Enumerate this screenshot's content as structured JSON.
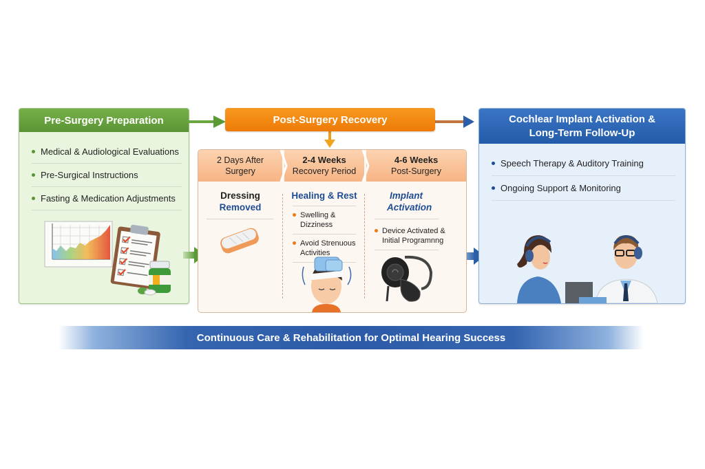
{
  "pre_surgery": {
    "title": "Pre-Surgery Preparation",
    "items": [
      "Medical & Audiological Evaluations",
      "Pre-Surgical Instructions",
      "Fasting & Medication Adjustments"
    ],
    "illustration": [
      "chart-icon",
      "clipboard-checklist-icon",
      "medicine-bottle-icon",
      "pills-icon"
    ]
  },
  "post_surgery": {
    "title": "Post-Surgery Recovery",
    "stages": [
      {
        "header_line1": "2 Days After",
        "header_line2": "Surgery",
        "title_line1": "Dressing",
        "title_line2": "Removed",
        "items": [],
        "illustration": "bandage-icon"
      },
      {
        "header_line1": "2-4 Weeks",
        "header_line2": "Recovery Period",
        "title_line1": "Healing & Rest",
        "title_line2": "",
        "items": [
          "Swelling & Dizziness",
          "Avoid Strenuous Activities"
        ],
        "illustration": "patient-ice-pack-icon"
      },
      {
        "header_line1": "4-6 Weeks",
        "header_line2": "Post-Surgery",
        "title_line1": "Implant",
        "title_line2": "Activation",
        "items": [
          "Device Activated & Initial Programnng"
        ],
        "illustration": "cochlear-processor-icon"
      }
    ]
  },
  "follow_up": {
    "title_line1": "Cochlear Implant Activation &",
    "title_line2": "Long-Term Follow-Up",
    "items": [
      "Speech Therapy & Auditory Training",
      "Ongoing Support & Monitoring"
    ],
    "illustration": "patient-audiologist-headphones-icon"
  },
  "banner": {
    "text": "Continuous Care & Rehabilitation for Optimal Hearing Success"
  },
  "colors": {
    "pre_green": "#5a9433",
    "post_orange": "#ee7a08",
    "followup_blue": "#235ca8",
    "banner_blue": "#2c5aa8",
    "title_blue": "#1e4c94"
  }
}
